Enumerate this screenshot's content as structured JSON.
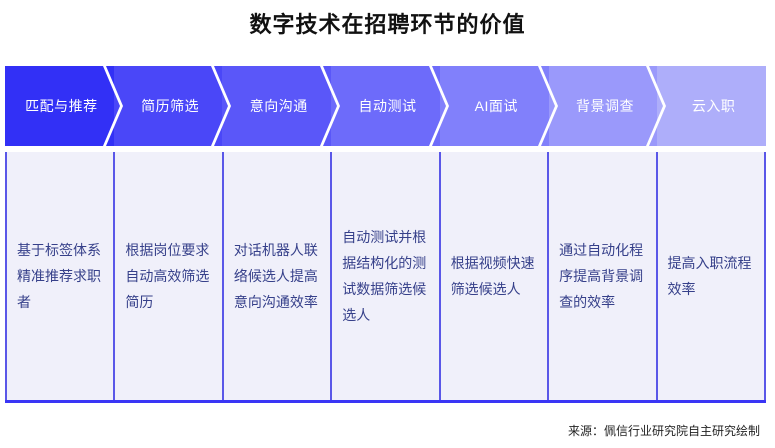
{
  "page": {
    "title": "数字技术在招聘环节的价值",
    "background_color": "#ffffff",
    "title_color": "#111111"
  },
  "banner": {
    "stages": [
      {
        "label": "匹配与推荐",
        "color": "#3230f6"
      },
      {
        "label": "简历筛选",
        "color": "#4a47f8"
      },
      {
        "label": "意向沟通",
        "color": "#5a57f9"
      },
      {
        "label": "自动测试",
        "color": "#6d6bfa"
      },
      {
        "label": "AI面试",
        "color": "#8180fb"
      },
      {
        "label": "背景调查",
        "color": "#9a99fb"
      },
      {
        "label": "云入职",
        "color": "#aeaefa"
      }
    ],
    "label_color": "#ffffff",
    "notch_color": "#ffffff"
  },
  "content": {
    "background_color": "#f0f0fa",
    "divider_color": "#5a57e8",
    "bottom_border_color": "#3a35f5",
    "text_color": "#36408a",
    "cells": [
      {
        "text": "基于标签体系精准推荐求职者"
      },
      {
        "text": "根据岗位要求自动高效筛选简历"
      },
      {
        "text": "对话机器人联络候选人提高意向沟通效率"
      },
      {
        "text": "自动测试并根据结构化的测试数据筛选候选人"
      },
      {
        "text": "根据视频快速筛选候选人"
      },
      {
        "text": "通过自动化程序提高背景调查的效率"
      },
      {
        "text": "提高入职流程效率"
      }
    ]
  },
  "footer": {
    "source": "来源：佩信行业研究院自主研究绘制"
  }
}
